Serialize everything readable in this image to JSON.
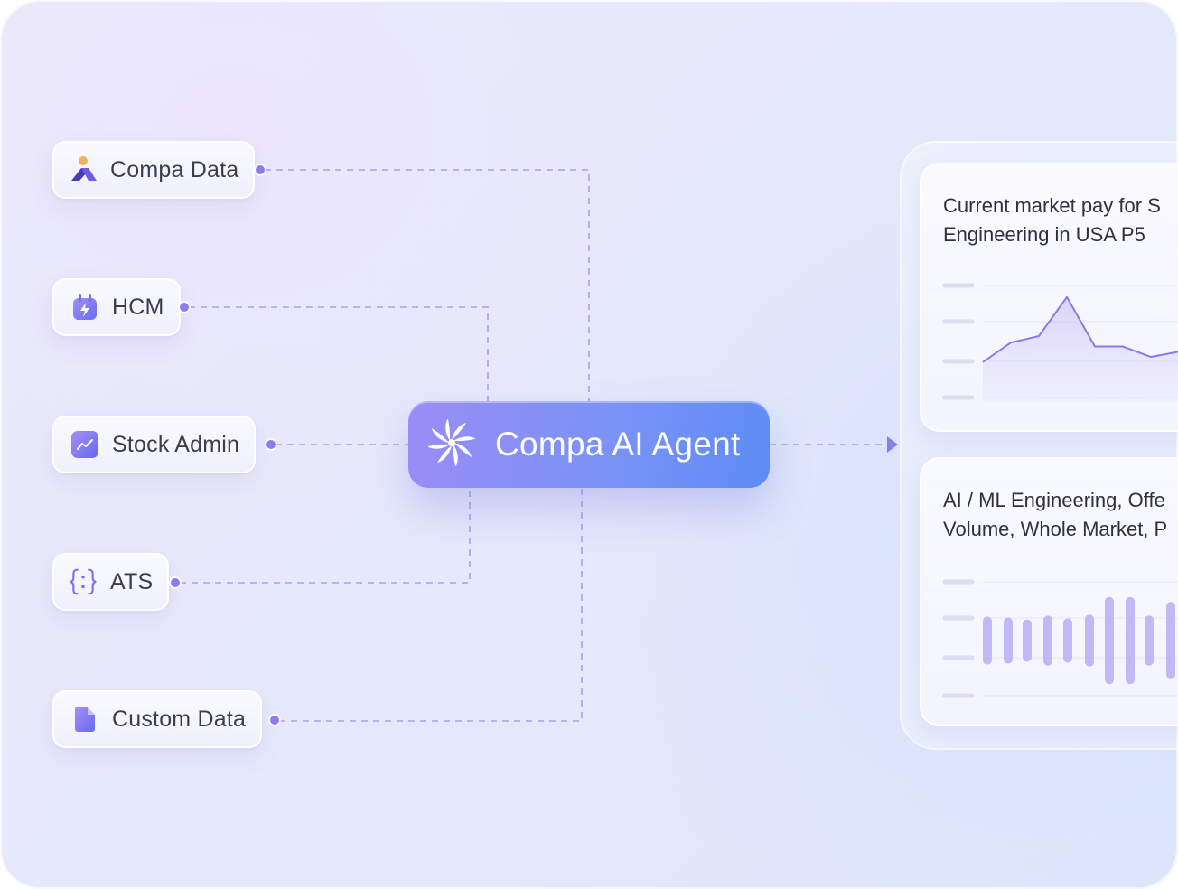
{
  "sources": [
    {
      "label": "Compa Data",
      "icon": "compa-logo-icon"
    },
    {
      "label": "HCM",
      "icon": "calendar-bolt-icon"
    },
    {
      "label": "Stock Admin",
      "icon": "trend-chart-icon"
    },
    {
      "label": "ATS",
      "icon": "braces-icon"
    },
    {
      "label": "Custom Data",
      "icon": "document-icon"
    }
  ],
  "agent": {
    "label": "Compa AI Agent",
    "icon": "pinwheel-icon"
  },
  "cards": [
    {
      "line1": "Current market pay for S",
      "line2": "Engineering in USA P5",
      "chart_data": {
        "type": "area",
        "x": [
          1,
          2,
          3,
          4,
          5,
          6,
          7,
          8
        ],
        "values": [
          30,
          45,
          50,
          80,
          42,
          42,
          34,
          38
        ],
        "title": "",
        "xlabel": "",
        "ylabel": "",
        "ylim": [
          0,
          100
        ],
        "grid": true
      }
    },
    {
      "line1": "AI / ML Engineering, Offe",
      "line2": "Volume, Whole Market, P",
      "chart_data": {
        "type": "bar",
        "values": [
          40,
          38,
          34,
          42,
          36,
          44,
          80,
          80,
          42,
          70
        ],
        "title": "",
        "xlabel": "",
        "ylabel": "",
        "ylim": [
          0,
          100
        ],
        "grid": true
      }
    }
  ],
  "colors": {
    "accent": "#8d7cf0",
    "agent_start": "#9a8cf6",
    "agent_end": "#5d8cf5",
    "line": "#8a7ae6"
  }
}
